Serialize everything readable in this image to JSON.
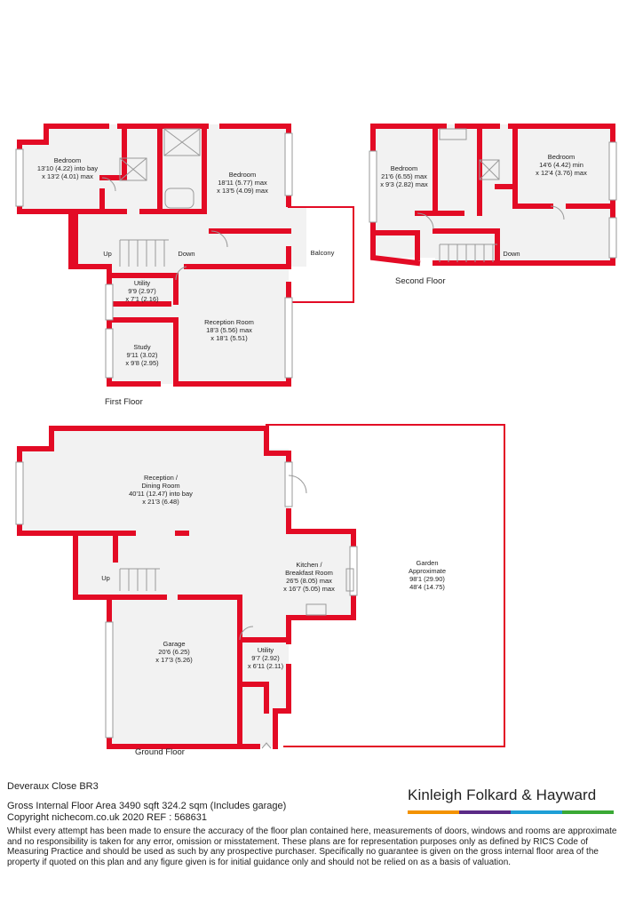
{
  "rooms": {
    "ff_bed1_name": "Bedroom",
    "ff_bed1_l1": "13'10 (4.22) into bay",
    "ff_bed1_l2": "x 13'2 (4.01) max",
    "ff_bed2_name": "Bedroom",
    "ff_bed2_l1": "18'11 (5.77) max",
    "ff_bed2_l2": "x 13'5 (4.09) max",
    "ff_utility_name": "Utility",
    "ff_utility_l1": "9'9 (2.97)",
    "ff_utility_l2": "x 7'1 (2.16)",
    "ff_reception_name": "Reception Room",
    "ff_reception_l1": "18'3 (5.56) max",
    "ff_reception_l2": "x 18'1 (5.51)",
    "ff_study_name": "Study",
    "ff_study_l1": "9'11 (3.02)",
    "ff_study_l2": "x 9'8 (2.95)",
    "ff_up": "Up",
    "ff_down": "Down",
    "ff_balcony": "Balcony",
    "sf_bed1_name": "Bedroom",
    "sf_bed1_l1": "21'6 (6.55) max",
    "sf_bed1_l2": "x 9'3 (2.82) max",
    "sf_bed2_name": "Bedroom",
    "sf_bed2_l1": "14'6 (4.42) min",
    "sf_bed2_l2": "x 12'4 (3.76) max",
    "sf_down": "Down",
    "gf_recep_l1": "Reception /",
    "gf_recep_l2": "Dining Room",
    "gf_recep_l3": "40'11 (12.47) into bay",
    "gf_recep_l4": "x 21'3 (6.48)",
    "gf_kitchen_l1": "Kitchen /",
    "gf_kitchen_l2": "Breakfast Room",
    "gf_kitchen_l3": "26'5 (8.05) max",
    "gf_kitchen_l4": "x 16'7 (5.05) max",
    "gf_garden_l1": "Garden",
    "gf_garden_l2": "Approximate",
    "gf_garden_l3": "98'1 (29.90)",
    "gf_garden_l4": "48'4 (14.75)",
    "gf_garage_name": "Garage",
    "gf_garage_l1": "20'6 (6.25)",
    "gf_garage_l2": "x 17'3 (5.26)",
    "gf_utility_name": "Utility",
    "gf_utility_l1": "9'7 (2.92)",
    "gf_utility_l2": "x 6'11 (2.11)",
    "gf_up": "Up"
  },
  "floors": {
    "first": "First Floor",
    "second": "Second Floor",
    "ground": "Ground Floor"
  },
  "footer": {
    "address": "Deveraux Close  BR3",
    "gross_area": "Gross Internal Floor Area 3490 sqft 324.2 sqm (Includes garage)",
    "copyright": "Copyright nichecom.co.uk 2020 REF : 568631",
    "disclaimer": "Whilst every attempt has been made to ensure the accuracy of the floor plan contained here, measurements of doors, windows and rooms are approximate and no responsibility is taken for any error, omission or misstatement.  These plans are for representation purposes only as defined by RICS Code of Measuring Practice and should be used as such by any prospective purchaser.  Specifically no guarantee is given on the gross internal floor area of the property if quoted on this plan and any figure given is for initial guidance only and should not be relied on as a basis of valuation."
  },
  "brand": {
    "name": "Kinleigh Folkard & Hayward",
    "bar_colors": [
      "#f39200",
      "#5b2a86",
      "#1e9fd6",
      "#3aa935"
    ]
  },
  "colors": {
    "wall": "#e30b25",
    "floor_fill": "#f2f2f2",
    "fixture": "#999999"
  }
}
